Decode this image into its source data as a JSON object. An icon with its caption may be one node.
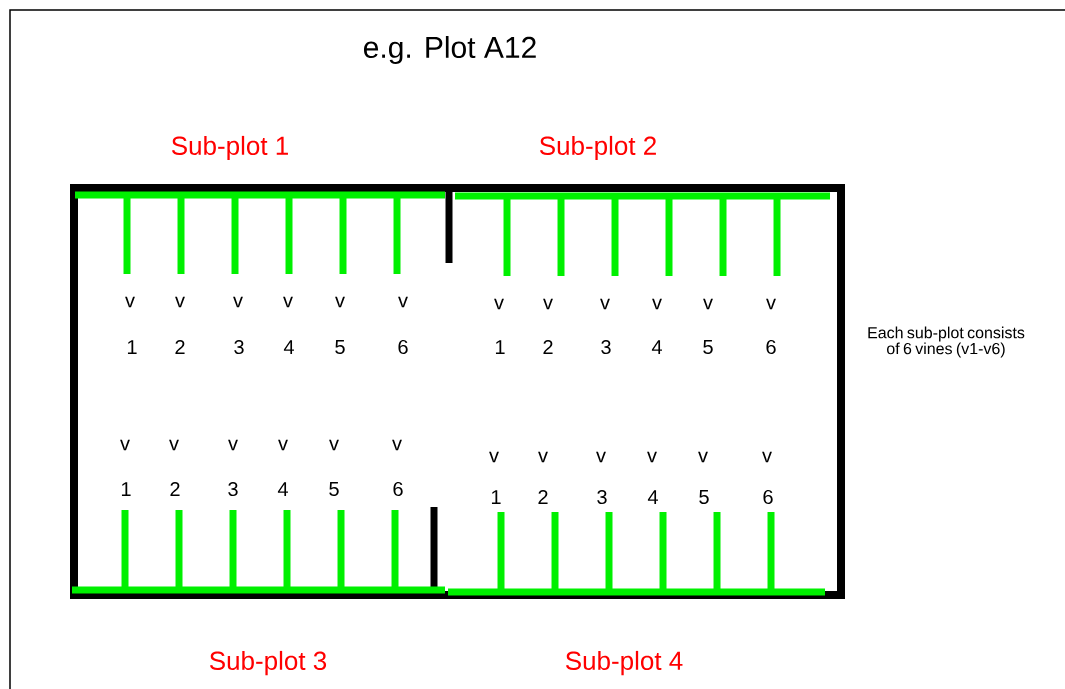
{
  "diagram": {
    "title": "e.g. Plot A12",
    "labels": [
      "Sub-plot 1",
      "Sub-plot 2",
      "v",
      "v",
      "v",
      "v",
      "v",
      "v",
      "v",
      "v",
      "v",
      "v",
      "v",
      "v",
      "1",
      "2",
      "3",
      "4",
      "5",
      "6",
      "1",
      "2",
      "3",
      "4",
      "5",
      "6",
      "Each sub-plot consists of 6 vines (v1-v6)",
      "v",
      "v",
      "v",
      "v",
      "v",
      "v",
      "v",
      "v",
      "v",
      "v",
      "v",
      "v",
      "1",
      "2",
      "3",
      "4",
      "5",
      "6",
      "1",
      "2",
      "3",
      "4",
      "5",
      "6",
      "Sub-plot 3",
      "Sub-plot 4"
    ]
  }
}
